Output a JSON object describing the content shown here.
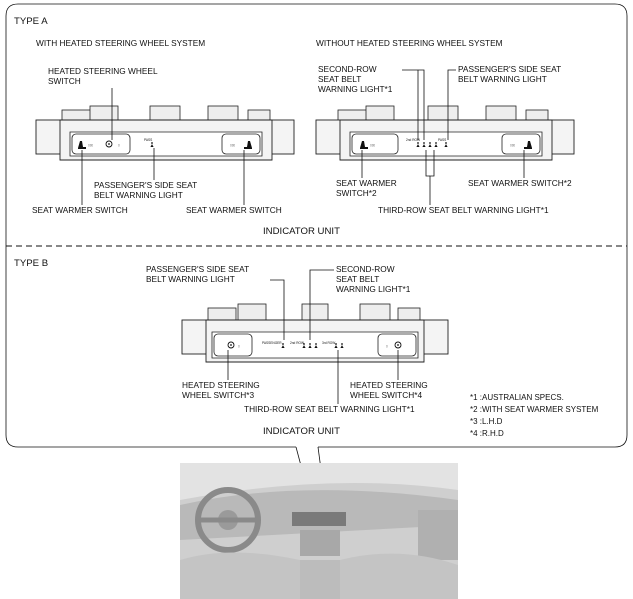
{
  "type_a": {
    "title": "TYPE A",
    "left_heading": "WITH HEATED STEERING WHEEL SYSTEM",
    "right_heading": "WITHOUT HEATED STEERING WHEEL SYSTEM",
    "left": {
      "heated_sw_line1": "HEATED STEERING WHEEL",
      "heated_sw_line2": "SWITCH",
      "pass_line1": "PASSENGER'S SIDE SEAT",
      "pass_line2": "BELT WARNING LIGHT",
      "seat_warmer_left": "SEAT WARMER SWITCH",
      "seat_warmer_right": "SEAT WARMER SWITCH"
    },
    "right": {
      "second_row_line1": "SECOND-ROW",
      "second_row_line2": "SEAT BELT",
      "second_row_line3": "WARNING LIGHT*1",
      "pass_line1": "PASSENGER'S SIDE SEAT",
      "pass_line2": "BELT WARNING LIGHT",
      "seat_warmer2_line1": "SEAT WARMER",
      "seat_warmer2_line2": "SWITCH*2",
      "seat_warmer_right": "SEAT WARMER SWITCH*2",
      "third_row": "THIRD-ROW SEAT BELT WARNING LIGHT*1"
    },
    "indicator_unit": "INDICATOR UNIT"
  },
  "type_b": {
    "title": "TYPE B",
    "pass_line1": "PASSENGER'S SIDE SEAT",
    "pass_line2": "BELT WARNING LIGHT",
    "second_row_line1": "SECOND-ROW",
    "second_row_line2": "SEAT BELT",
    "second_row_line3": "WARNING LIGHT*1",
    "heated3_line1": "HEATED STEERING",
    "heated3_line2": "WHEEL SWITCH*3",
    "heated4_line1": "HEATED STEERING",
    "heated4_line2": "WHEEL SWITCH*4",
    "third_row": "THIRD-ROW SEAT BELT WARNING LIGHT*1",
    "indicator_unit": "INDICATOR UNIT"
  },
  "notes": [
    "*1 :AUSTRALIAN SPECS.",
    "*2 :WITH SEAT WARMER SYSTEM",
    "*3 :L.H.D",
    "*4 :R.H.D"
  ],
  "panel_labels": {
    "pass": "PASS",
    "passenger": "PASSENGER",
    "second_row": "2nd ROW",
    "third_row": "3rd ROW"
  }
}
